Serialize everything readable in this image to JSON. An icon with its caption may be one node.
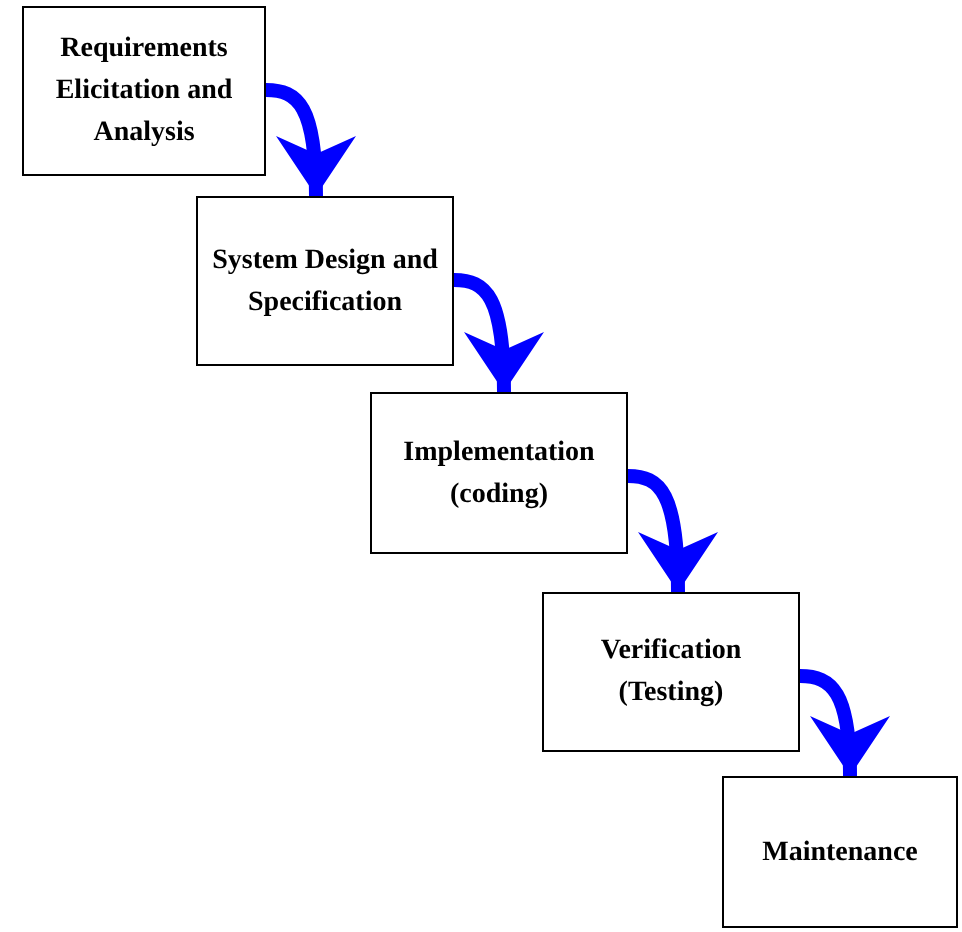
{
  "diagram": {
    "nodes": [
      {
        "text": [
          "Requirements Elicitation and Analysis"
        ]
      },
      {
        "text": [
          "System Design and Specification"
        ]
      },
      {
        "text": [
          "Implementation (coding)"
        ]
      },
      {
        "text": [
          "Verification (Testing)"
        ]
      },
      {
        "text": [
          "Maintenance"
        ]
      }
    ],
    "edges": [
      {
        "from": 0,
        "to": 1,
        "arrow": "to"
      },
      {
        "from": 1,
        "to": 2,
        "arrow": "to"
      },
      {
        "from": 2,
        "to": 3,
        "arrow": "to"
      },
      {
        "from": 3,
        "to": 4,
        "arrow": "to"
      }
    ]
  }
}
